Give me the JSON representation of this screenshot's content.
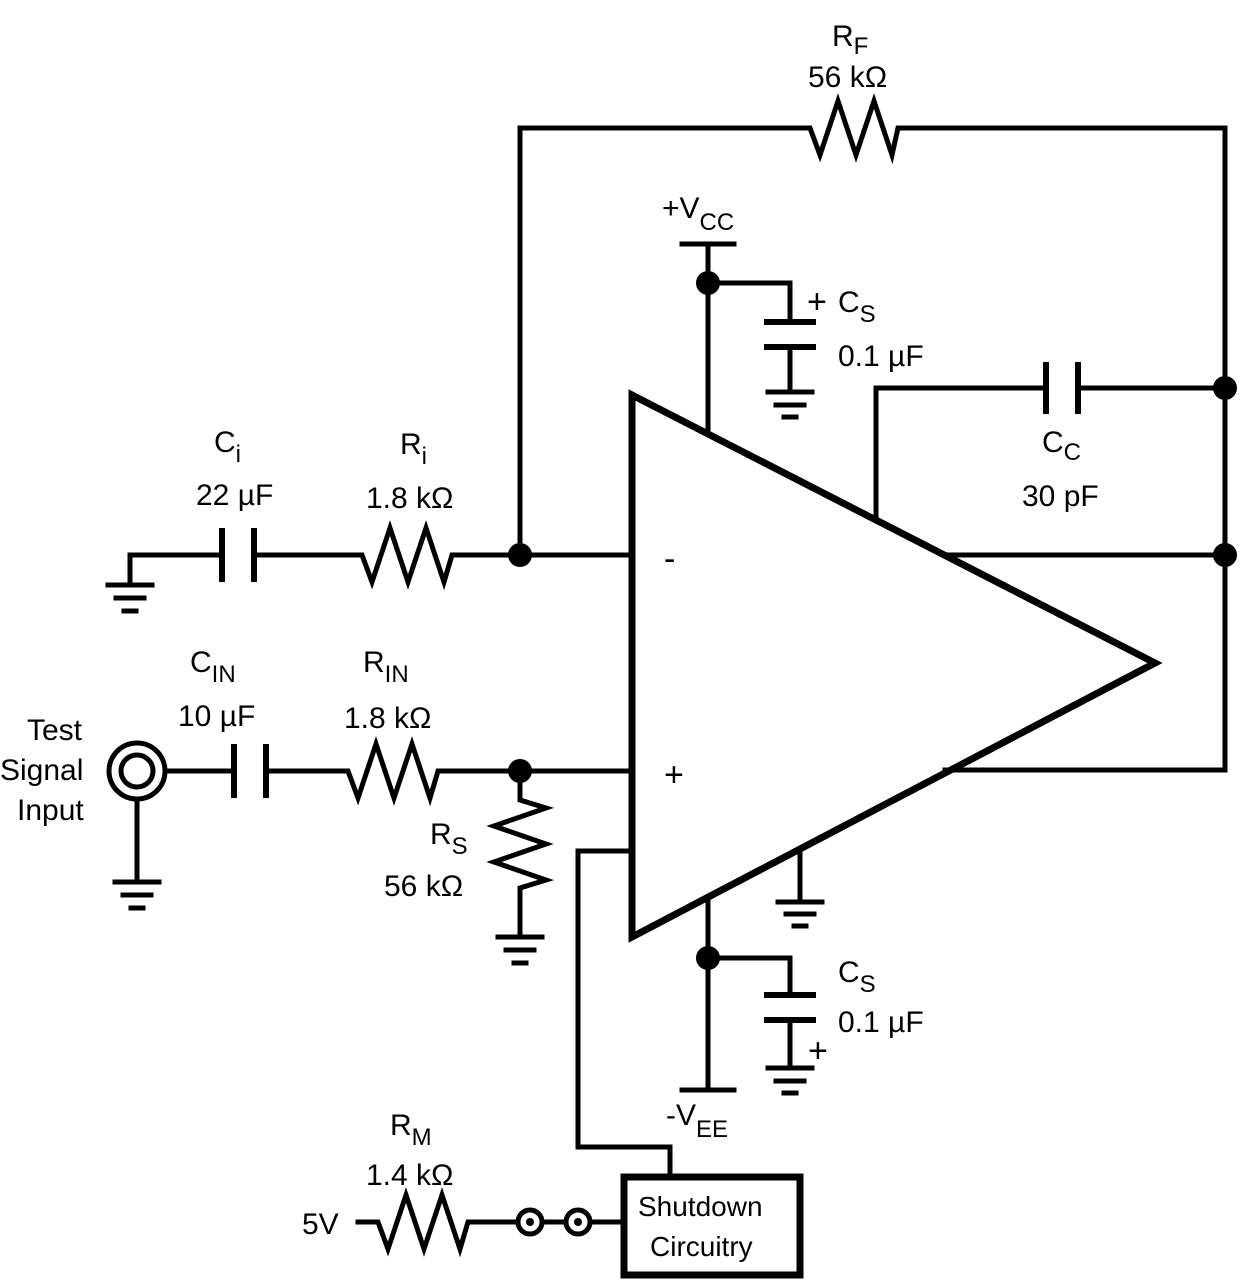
{
  "components": {
    "rf": {
      "designator": "R",
      "sub": "F",
      "value": "56 kΩ"
    },
    "ci": {
      "designator": "C",
      "sub": "i",
      "value": "22 µF"
    },
    "ri": {
      "designator": "R",
      "sub": "i",
      "value": "1.8 kΩ"
    },
    "cin": {
      "designator": "C",
      "sub": "IN",
      "value": "10 µF"
    },
    "rin": {
      "designator": "R",
      "sub": "IN",
      "value": "1.8 kΩ"
    },
    "rs": {
      "designator": "R",
      "sub": "S",
      "value": "56 kΩ"
    },
    "cs_top": {
      "designator": "C",
      "sub": "S",
      "value": "0.1 µF"
    },
    "cs_bottom": {
      "designator": "C",
      "sub": "S",
      "value": "0.1 µF"
    },
    "cc": {
      "designator": "C",
      "sub": "C",
      "value": "30 pF"
    },
    "rm": {
      "designator": "R",
      "sub": "M",
      "value": "1.4 kΩ"
    }
  },
  "supplies": {
    "vcc": {
      "prefix": "+V",
      "sub": "CC"
    },
    "vee": {
      "prefix": "-V",
      "sub": "EE"
    },
    "five_volt": "5V"
  },
  "opamp": {
    "inverting": "-",
    "noninverting": "+"
  },
  "polarity": {
    "plus": "+"
  },
  "test_input": {
    "line1": "Test",
    "line2": "Signal",
    "line3": "Input"
  },
  "shutdown": {
    "line1": "Shutdown",
    "line2": "Circuitry"
  }
}
